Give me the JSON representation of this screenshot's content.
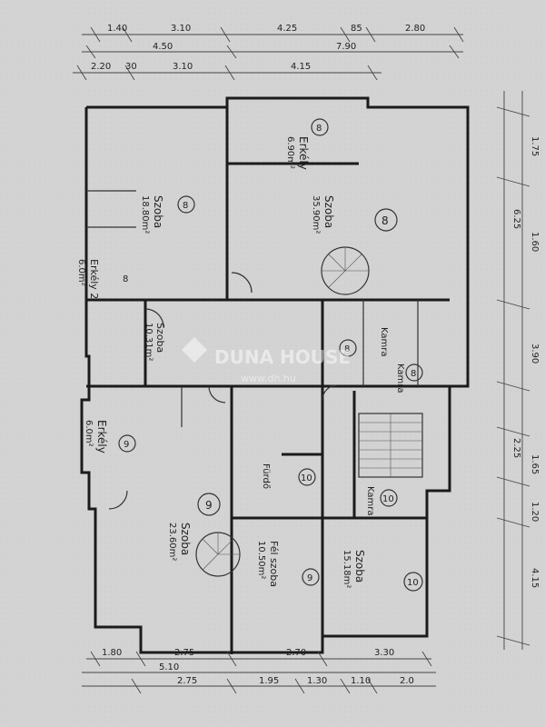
{
  "dimensions_top_row1": [
    "1.40",
    "3.10",
    "4.25",
    "85",
    "2.80"
  ],
  "dimensions_top_row2": [
    "4.50",
    "7.90"
  ],
  "dimensions_top_row3": [
    "2.20",
    "30",
    "3.10",
    "4.15"
  ],
  "dimensions_right": [
    "1.75",
    "6.25",
    "1.60",
    "3.90",
    "2.25",
    "1.65",
    "1.20",
    "4.15"
  ],
  "dimensions_bottom_row1": [
    "1.80",
    "2.75",
    "2.70",
    "3.30"
  ],
  "dimensions_bottom_row2": [
    "5.10"
  ],
  "dimensions_bottom_row3": [
    "2.75",
    "1.95",
    "1.30",
    "1.10",
    "2.0"
  ],
  "rooms": [
    {
      "name": "Erkély",
      "area": "6.90m²",
      "num": "8"
    },
    {
      "name": "Szoba",
      "area": "18.80m²",
      "num": "8"
    },
    {
      "name": "Szoba",
      "area": "35.90m²",
      "num": "8"
    },
    {
      "name": "Erkély 2",
      "area": "6.0m²",
      "num": "8"
    },
    {
      "name": "Szoba",
      "area": "10.31m²",
      "num": ""
    },
    {
      "name": "Kamra",
      "area": "",
      "num": "8"
    },
    {
      "name": "Kamra",
      "area": "",
      "num": "8"
    },
    {
      "name": "Erkély",
      "area": "6.0m²",
      "num": "9"
    },
    {
      "name": "Szoba",
      "area": "23.60m²",
      "num": "9"
    },
    {
      "name": "Fürdő",
      "area": "",
      "num": "10"
    },
    {
      "name": "Szoba",
      "area": "15.18m²",
      "num": "10"
    },
    {
      "name": "Kamra",
      "area": "",
      "num": "10"
    },
    {
      "name": "Fél szoba",
      "area": "10.50m²",
      "num": "9"
    }
  ],
  "watermark": {
    "brand": "DUNA HOUSE",
    "url": "www.dh.hu"
  },
  "colors": {
    "paper": "#d2d2d2",
    "ink": "#1b1b1b"
  }
}
